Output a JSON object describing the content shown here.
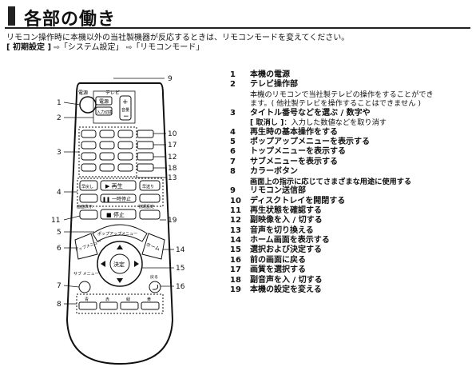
{
  "page": {
    "title": "各部の働き",
    "intro_line1": "リモコン操作時に本機以外の当社製機器が反応するときは、リモコンモードを変えてください。",
    "intro_path": {
      "first": "[ 初期設定 ]",
      "second": "「システム設定」",
      "third": "「リモコンモード」"
    }
  },
  "remote": {
    "power_label": "電源",
    "tv_label": "テレビ",
    "tv_power_label": "電源",
    "input_switch_label": "入力切換",
    "volume_label": "音量",
    "play_label": "▶ 再生",
    "stop_label": "■ 停止",
    "pause_label": "❚❚ 一時停止",
    "rew_label": "早戻し",
    "ff_label": "早送り",
    "enter_label": "決定",
    "return_label": "戻る",
    "submenu_label": "サブ メニュー",
    "info_label": "画面表示",
    "setup_label": "初期設定",
    "popup_label": "ポップアップメニュー",
    "top_label": "トップメニュー",
    "home_label": "ホーム",
    "color_buttons": [
      "青",
      "赤",
      "緑",
      "黄"
    ],
    "callouts": [
      "1",
      "2",
      "3",
      "4",
      "5",
      "6",
      "7",
      "8",
      "9",
      "10",
      "11",
      "12",
      "13",
      "14",
      "15",
      "16",
      "17",
      "18",
      "19"
    ]
  },
  "legend": [
    {
      "num": "1",
      "text": "本機の電源"
    },
    {
      "num": "2",
      "text": "テレビ操作部"
    },
    {
      "num": "3",
      "text": "タイトル番号などを選ぶ / 数字や"
    },
    {
      "num": "4",
      "text": "再生時の基本操作をする"
    },
    {
      "num": "5",
      "text": "ポップアップメニューを表示する"
    },
    {
      "num": "6",
      "text": "トップメニューを表示する"
    },
    {
      "num": "7",
      "text": "サブメニューを表示する"
    },
    {
      "num": "8",
      "text": "カラーボタン"
    },
    {
      "num": "9",
      "text": "リモコン送信部"
    },
    {
      "num": "10",
      "text": "ディスクトレイを開閉する"
    },
    {
      "num": "11",
      "text": "再生状態を確認する"
    },
    {
      "num": "12",
      "text": "副映像を入 / 切する"
    },
    {
      "num": "13",
      "text": "音声を切り換える"
    },
    {
      "num": "14",
      "text": "ホーム画面を表示する"
    },
    {
      "num": "15",
      "text": "選択および決定する"
    },
    {
      "num": "16",
      "text": "前の画面に戻る"
    },
    {
      "num": "17",
      "text": "画質を選択する"
    },
    {
      "num": "18",
      "text": "副音声を入 / 切する"
    },
    {
      "num": "19",
      "text": "本機の設定を変える"
    }
  ],
  "legend_notes": {
    "note2a": "本機のリモコンで当社製テレビの操作をすることができ",
    "note2b": "ます。( 他社製テレビを操作することはできません )",
    "note3_bold": "[ 取消し ]",
    "note3_rest": "：入力した数値などを取り消す",
    "note8": "画面上の指示に応じてさまざまな用途に使用する"
  }
}
